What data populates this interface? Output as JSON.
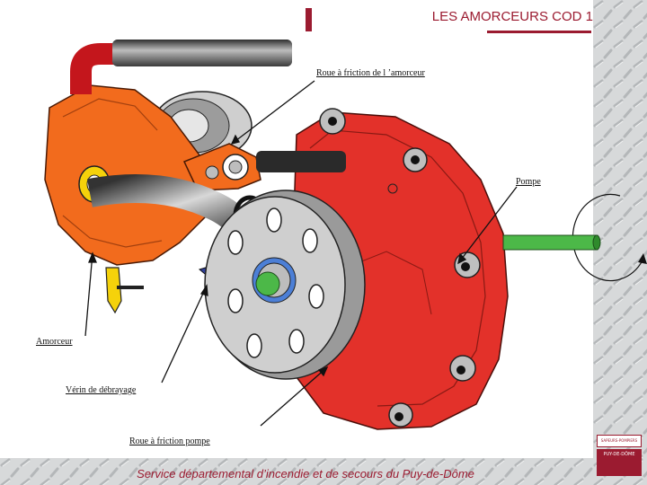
{
  "title": "LES AMORCEURS COD 1",
  "labels": {
    "roue_amorceur": "Roue à friction de l ’amorceur",
    "pompe": "Pompe",
    "amorceur": "Amorceur",
    "verin": "Vérin de débrayage",
    "roue_pompe": "Roue à friction pompe"
  },
  "footer": "Service départemental d’incendie et de secours du Puy-de-Dôme",
  "logo": {
    "top_text": "SAPEURS-POMPIERS",
    "bottom_text": "PUY-DE-DÔME"
  },
  "colors": {
    "accent": "#9b1b30",
    "pump_red": "#e3312a",
    "primer_orange": "#f26b1d",
    "wheel_grey": "#c8c8c8",
    "shaft_green": "#4cb848",
    "valve_yellow": "#f5d20b"
  }
}
